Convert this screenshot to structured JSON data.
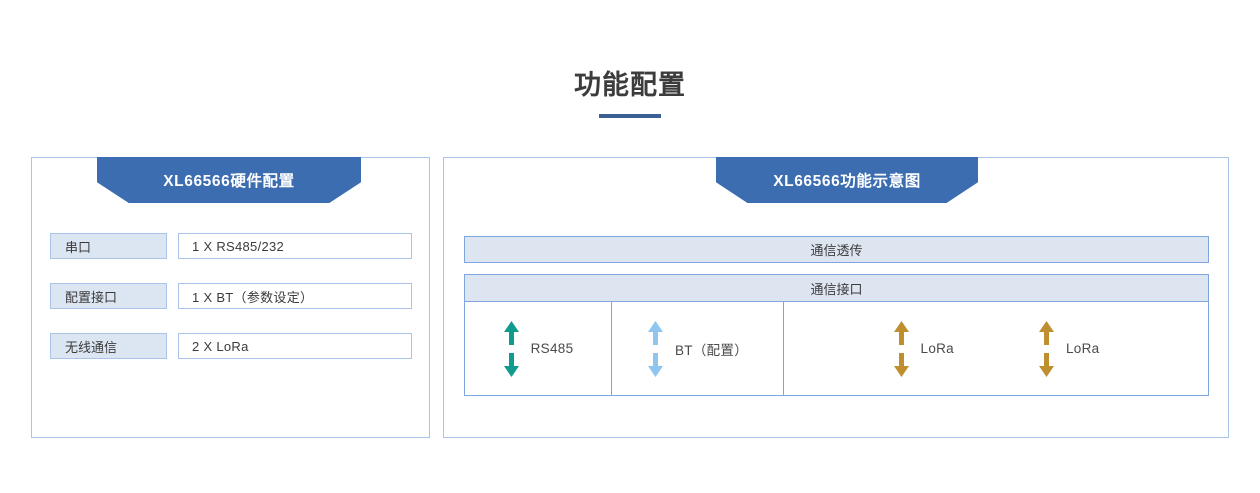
{
  "page": {
    "title": "功能配置"
  },
  "left_panel": {
    "banner_title": "XL66566硬件配置",
    "rows": [
      {
        "label": "串口",
        "value": "1 X RS485/232"
      },
      {
        "label": "配置接口",
        "value": "1 X BT（参数设定）"
      },
      {
        "label": "无线通信",
        "value": "2 X LoRa"
      }
    ]
  },
  "right_panel": {
    "banner_title": "XL66566功能示意图",
    "transparent_bar": "通信透传",
    "interface_bar": "通信接口",
    "ports": [
      {
        "label": "RS485",
        "arrow_color": "#0f9b8e"
      },
      {
        "label": "BT（配置）",
        "arrow_color": "#8ec6ef"
      },
      {
        "label": "LoRa",
        "arrow_color": "#bf8f2f"
      },
      {
        "label": "LoRa",
        "arrow_color": "#bf8f2f"
      }
    ]
  },
  "colors": {
    "banner_blue": "#3c6db0",
    "title_underline": "#3c6094",
    "panel_border": "#a9c4e8",
    "bar_fill": "#dde5f1",
    "bar_border": "#7fa6de",
    "label_fill": "#dce6f3"
  }
}
